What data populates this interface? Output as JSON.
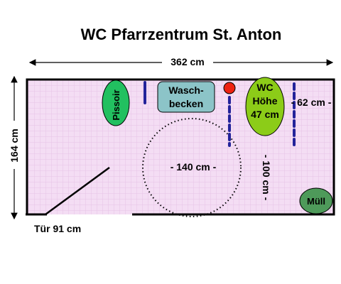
{
  "title": "WC Pfarrzentrum St. Anton",
  "dimensions": {
    "width_label": "362 cm",
    "height_label": "164 cm",
    "door_label": "Tür 91 cm",
    "turning_circle_label": "- 140 cm -",
    "depth_label": "- 100 cm -",
    "side_gap_label": "- 62 cm -"
  },
  "fixtures": {
    "urinal": "Pissoir",
    "sink_line1": "Wasch-",
    "sink_line2": "becken",
    "wc_line1": "WC",
    "wc_line2": "Höhe",
    "wc_line3": "47 cm",
    "bin": "Müll"
  },
  "colors": {
    "floor": "#f4ddf4",
    "floor_grid": "#e6c2e6",
    "urinal": "#22c060",
    "sink": "#8cc4c8",
    "wc": "#8ccc18",
    "bin": "#4e9a5a",
    "grab_bar": "#23239a",
    "marker": "#ee2211"
  }
}
